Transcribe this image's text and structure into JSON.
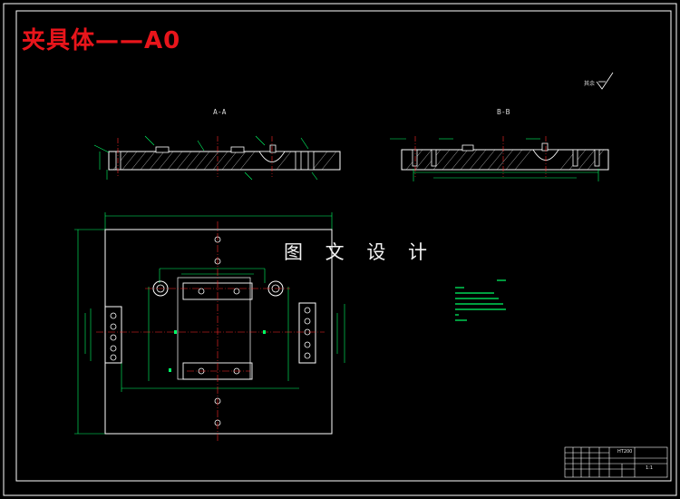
{
  "title": "夹具体——A0",
  "watermark": "图 文 设 计",
  "section_labels": {
    "left": "A-A",
    "right": "B-B"
  },
  "roughness_note": "其余",
  "title_block": {
    "material": "HT200",
    "scale": "1:1"
  },
  "colors": {
    "background": "#000000",
    "frame": "#ffffff",
    "outline": "#ffffff",
    "dimension": "#00ff66",
    "centerline": "#ff2a2a",
    "hatch": "#c8c8c8",
    "title": "#e8151b"
  }
}
